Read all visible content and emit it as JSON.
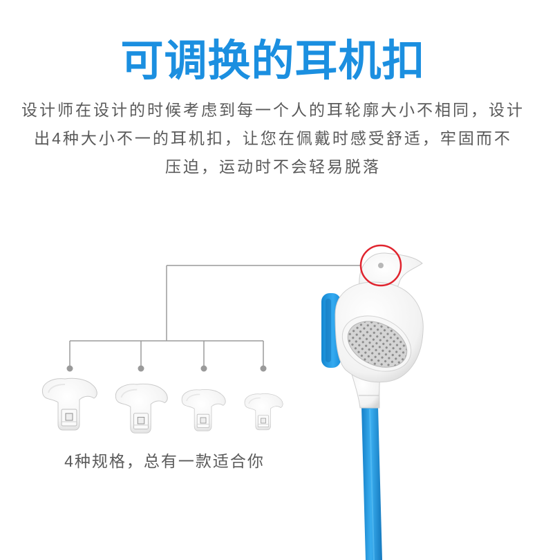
{
  "title": "可调换的耳机扣",
  "description": [
    "设计师在设计的时候考虑到每一个人的耳轮廓大小不相同，设计",
    "出4种大小不一的耳机扣，让您在佩戴时感受舒适，牢固而不",
    "压迫，运动时不会轻易脱落"
  ],
  "caption": "4种规格，总有一款适合你",
  "colors": {
    "accent": "#1b8fe0",
    "cable": "#1e9be6",
    "highlight_circle": "#e0242e",
    "text": "#5a5a5a",
    "connector_lines": "#9a9a9a"
  }
}
